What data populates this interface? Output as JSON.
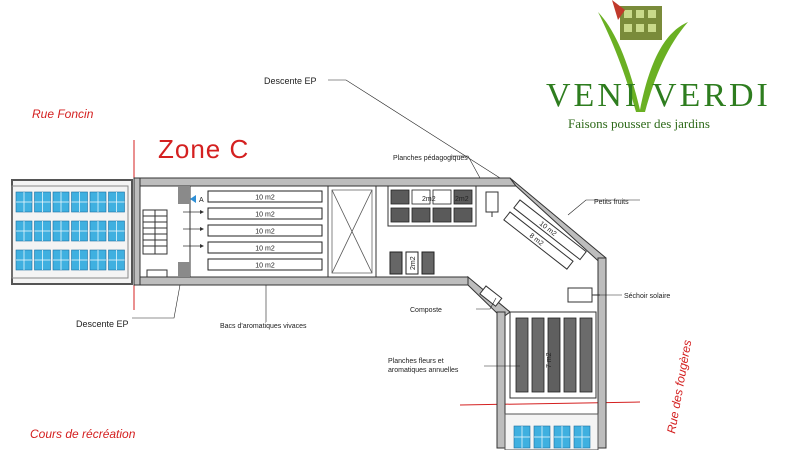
{
  "zone_title": "Zone C",
  "streets": {
    "rue_foncin": "Rue Foncin",
    "cours": "Cours de récréation",
    "rue_fougeres": "Rue des fougères"
  },
  "labels": {
    "descente_ep_top": "Descente EP",
    "descente_ep_bottom": "Descente EP",
    "planches_pedagogiques": "Planches pédagogiques",
    "petits_fruits": "Petits fruits",
    "sechoir_solaire": "Séchoir solaire",
    "composte": "Composte",
    "planches_fleurs_1": "Planches fleurs et",
    "planches_fleurs_2": "aromatiques annuelles",
    "bacs_aromatiques": "Bacs d'aromatiques vivaces",
    "marker_a": "A"
  },
  "beds": {
    "aromatic": [
      "10 m2",
      "10 m2",
      "10 m2",
      "10 m2",
      "10 m2"
    ],
    "pedagogic_a": "2m2",
    "pedagogic_b": "2m2",
    "small": "2m2",
    "fruits_long": "10 m2",
    "fruits_short": "8 m2",
    "flowers": "7 m2"
  },
  "logo": {
    "name_left": "VENI",
    "name_right": "VERDI",
    "tagline": "Faisons pousser des jardins"
  },
  "colors": {
    "street_red": "#d42020",
    "logo_green": "#2e7d1f",
    "window_blue": "#3fb0e0"
  }
}
